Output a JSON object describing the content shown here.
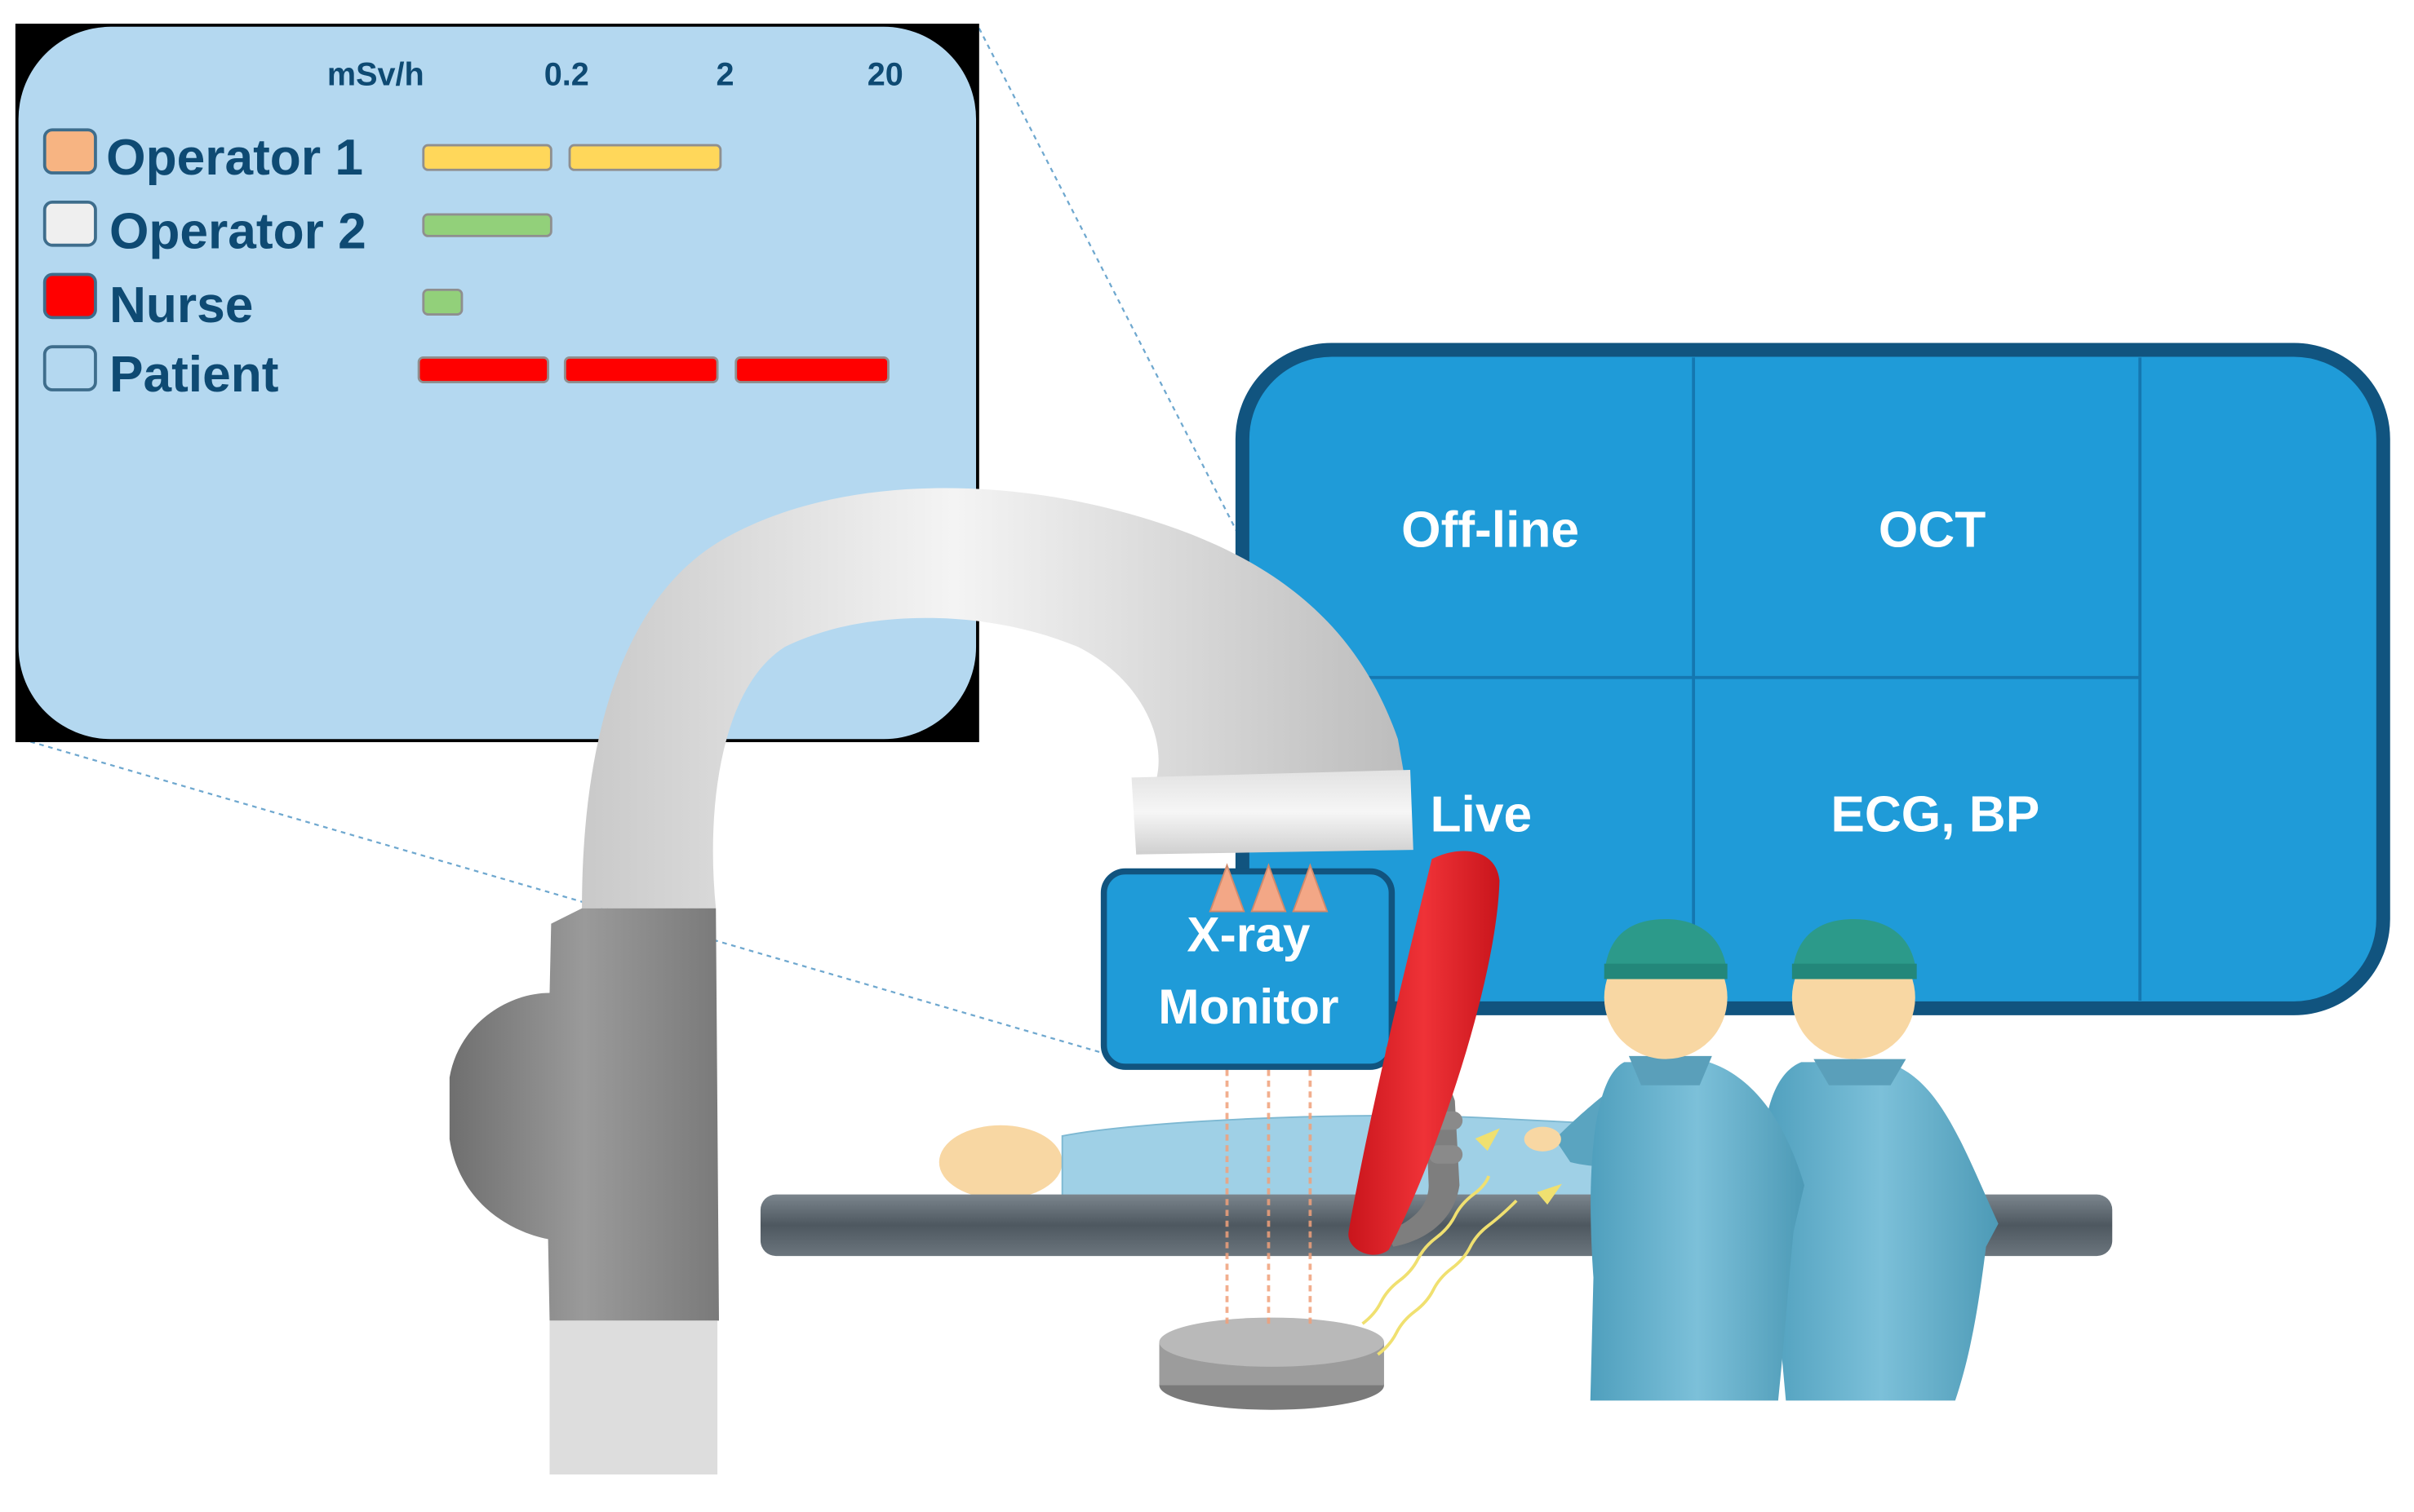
{
  "dose_panel": {
    "scale": {
      "unit": "mSv/h",
      "ticks": [
        "0.2",
        "2",
        "20"
      ]
    },
    "rows": [
      {
        "label": "Operator 1",
        "swatch_color": "#f7b482",
        "bar_color": "#ffd75a",
        "bar_count": 2
      },
      {
        "label": "Operator 2",
        "swatch_color": "#efefef",
        "bar_color": "#92d07a",
        "bar_count": 1
      },
      {
        "label": "Nurse",
        "swatch_color": "#ff0000",
        "bar_color": "#92d07a",
        "bar_count": 1,
        "small_bar": true
      },
      {
        "label": "Patient",
        "swatch_color": "#b4d8f0",
        "bar_color": "#ff0000",
        "bar_count": 3
      }
    ]
  },
  "room_monitor": {
    "cells": [
      "Off-line",
      "OCT",
      "Live",
      "ECG, BP"
    ]
  },
  "xray_monitor": {
    "line1": "X-ray",
    "line2": "Monitor"
  },
  "colors": {
    "panel_fill": "#b4d8f0",
    "monitor_fill": "#1f9bd8",
    "monitor_border": "#11547f",
    "label_text": "#0e4a73",
    "gown": "#62aec9",
    "cap": "#2c9a8a",
    "skin": "#f8d7a3",
    "gantry": "#d4d4d4",
    "gantry_dark": "#8f8f8f",
    "shield": "#e6262b",
    "table": "#5d6770"
  }
}
